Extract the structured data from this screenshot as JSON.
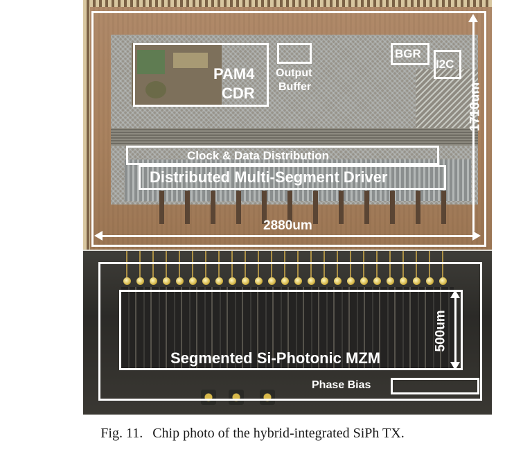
{
  "figure": {
    "number": "Fig. 11.",
    "caption": "Chip photo of the hybrid-integrated SiPh TX."
  },
  "labels": {
    "pam4": "PAM4",
    "cdr": "CDR",
    "output": "Output",
    "buffer": "Buffer",
    "bgr": "BGR",
    "i2c": "I2C",
    "clock_data": "Clock & Data Distribution",
    "driver": "Distributed Multi-Segment Driver",
    "width_dim": "2880um",
    "height_dim": "1710um",
    "mzm": "Segmented Si-Photonic MZM",
    "mzm_height_dim": "500um",
    "phase_bias": "Phase Bias"
  },
  "colors": {
    "annotation": "#ffffff",
    "die_top": "#a9825f",
    "die_bottom": "#2b2a27",
    "bond_pad": "#d6b84a"
  }
}
